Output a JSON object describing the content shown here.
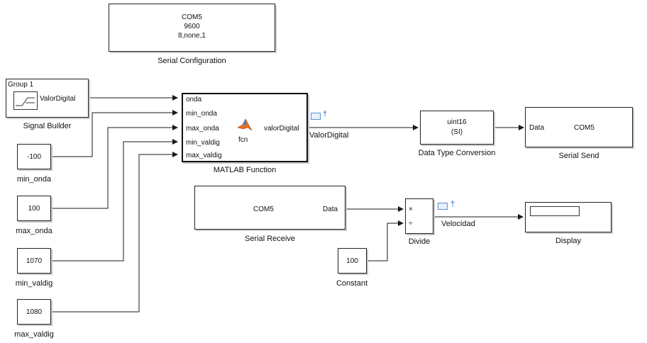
{
  "serial_config": {
    "lines": [
      "COM5",
      "9600",
      "8,none,1"
    ],
    "label": "Serial Configuration"
  },
  "signal_builder": {
    "group": "Group 1",
    "port": "ValorDigital",
    "label": "Signal Builder"
  },
  "constants": [
    {
      "value": "-100",
      "label": "min_onda"
    },
    {
      "value": "100",
      "label": "max_onda"
    },
    {
      "value": "1070",
      "label": "min_valdig"
    },
    {
      "value": "1080",
      "label": "max_valdig"
    },
    {
      "value": "100",
      "label": "Constant"
    }
  ],
  "matlab_function": {
    "inputs": [
      "onda",
      "min_onda",
      "max_onda",
      "min_valdig",
      "max_valdig"
    ],
    "output": "valorDigital",
    "center": "fcn",
    "label": "MATLAB Function"
  },
  "signal_valordigital": "ValorDigital",
  "data_type_conversion": {
    "lines": [
      "uint16",
      "(SI)"
    ],
    "label": "Data Type Conversion"
  },
  "serial_send": {
    "port": "Data",
    "com": "COM5",
    "label": "Serial Send"
  },
  "serial_receive": {
    "com": "COM5",
    "port": "Data",
    "label": "Serial Receive"
  },
  "divide": {
    "mul": "×",
    "div": "÷",
    "label": "Divide"
  },
  "signal_velocidad": "Velocidad",
  "display": {
    "label": "Display"
  },
  "colors": {
    "line": "#1a1a1a",
    "shadow": "#c8c8c8",
    "logging": "#1e63c8",
    "matlab": "#e0702a"
  }
}
